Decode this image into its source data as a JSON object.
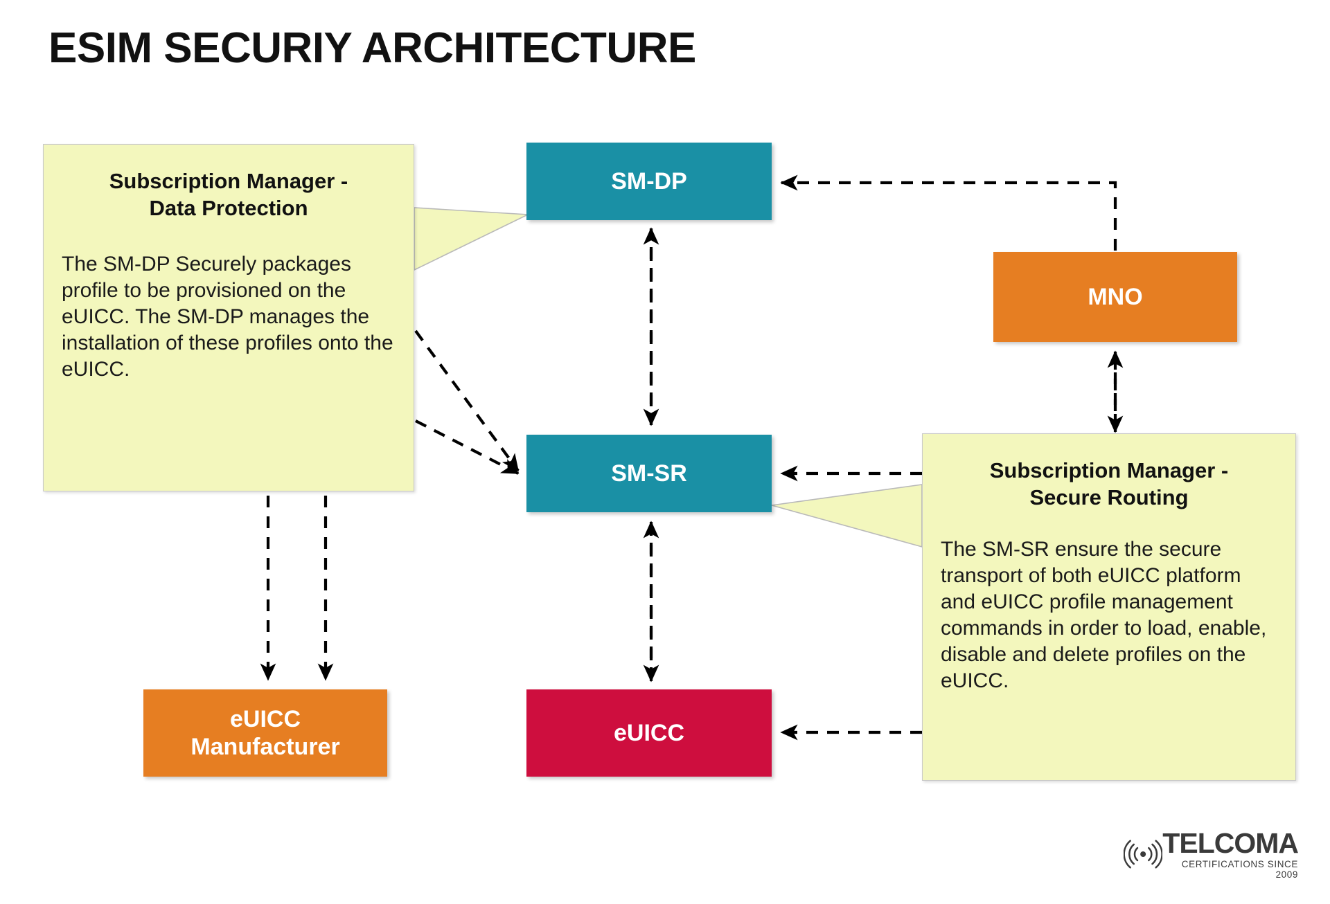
{
  "page": {
    "title": "ESIM SECURIY ARCHITECTURE",
    "background_color": "#ffffff"
  },
  "colors": {
    "teal": "#1a90a5",
    "orange": "#e67e22",
    "crimson": "#ce0e3e",
    "note_yellow": "#f3f7bd",
    "arrow": "#000000",
    "title_text": "#111111"
  },
  "nodes": [
    {
      "id": "sm-dp",
      "label": "SM-DP",
      "color": "#1a90a5",
      "text_color": "#ffffff"
    },
    {
      "id": "sm-sr",
      "label": "SM-SR",
      "color": "#1a90a5",
      "text_color": "#ffffff"
    },
    {
      "id": "mno",
      "label": "MNO",
      "color": "#e67e22",
      "text_color": "#ffffff"
    },
    {
      "id": "euicc-manufacturer",
      "label": "eUICC\nManufacturer",
      "color": "#e67e22",
      "text_color": "#ffffff"
    },
    {
      "id": "euicc",
      "label": "eUICC",
      "color": "#ce0e3e",
      "text_color": "#ffffff"
    }
  ],
  "notes": {
    "left": {
      "title": "Subscription Manager -\nData Protection",
      "body": "The SM-DP Securely packages profile to be provisioned on the eUICC. The SM-DP manages the installation of these profiles onto the eUICC.",
      "points_to": "sm-dp"
    },
    "right": {
      "title": "Subscription Manager -\nSecure Routing",
      "body": "The SM-SR ensure the secure transport of both eUICC platform and eUICC profile management commands in order to load, enable, disable and delete profiles on the eUICC.",
      "points_to": "sm-sr"
    }
  },
  "connections": [
    {
      "from": "mno",
      "to": "sm-dp",
      "style": "dashed",
      "direction": "one-way"
    },
    {
      "from": "sm-dp",
      "to": "sm-sr",
      "style": "dashed",
      "direction": "two-way"
    },
    {
      "from": "sm-sr-note",
      "to": "sm-sr",
      "style": "dashed",
      "direction": "one-way"
    },
    {
      "from": "sm-sr-note",
      "to": "mno",
      "style": "dashed",
      "direction": "two-way"
    },
    {
      "from": "sm-sr-note",
      "to": "euicc",
      "style": "dashed",
      "direction": "one-way"
    },
    {
      "from": "sm-sr",
      "to": "euicc",
      "style": "dashed",
      "direction": "two-way"
    },
    {
      "from": "note-left",
      "to": "euicc-manufacturer",
      "style": "dashed",
      "direction": "one-way"
    },
    {
      "from": "note-left-2",
      "to": "euicc-manufacturer",
      "style": "dashed",
      "direction": "one-way"
    },
    {
      "from": "note-left-3",
      "to": "sm-sr",
      "style": "dashed",
      "direction": "one-way"
    },
    {
      "from": "note-left-4",
      "to": "sm-sr",
      "style": "dashed",
      "direction": "one-way"
    }
  ],
  "logo": {
    "wordmark": "TELCOMA",
    "tagline": "CERTIFICATIONS SINCE 2009",
    "icon": "wifi-signal-icon"
  }
}
